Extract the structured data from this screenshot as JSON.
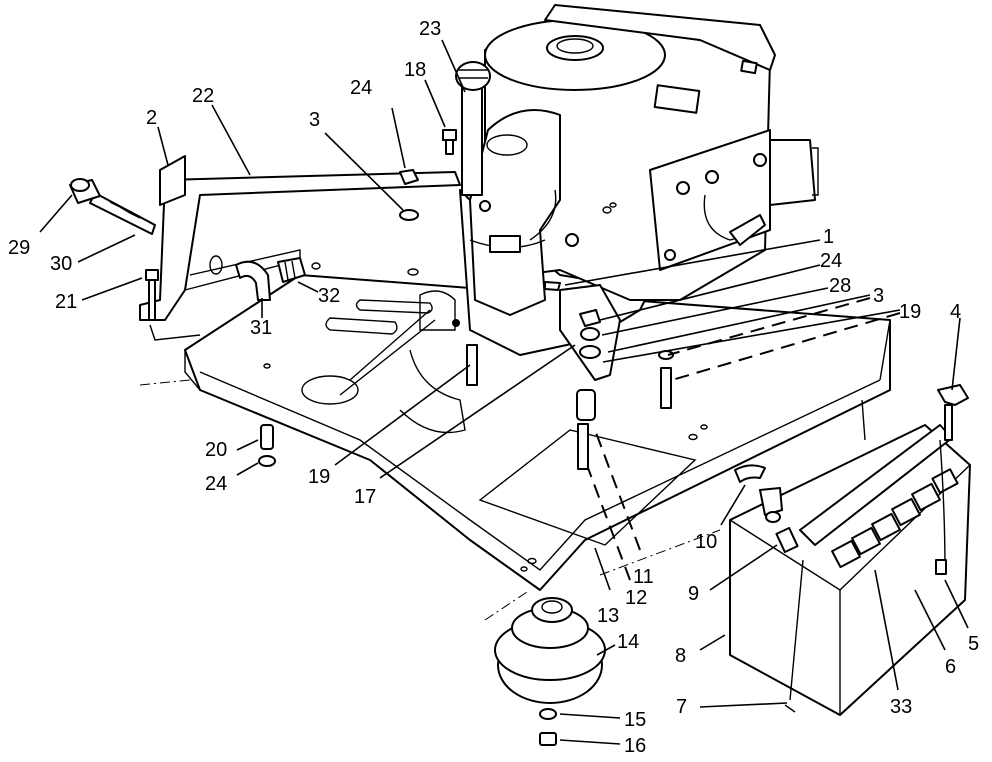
{
  "diagram": {
    "callouts": [
      {
        "id": "c23",
        "label": "23"
      },
      {
        "id": "c18",
        "label": "18"
      },
      {
        "id": "c24a",
        "label": "24"
      },
      {
        "id": "c22",
        "label": "22"
      },
      {
        "id": "c3a",
        "label": "3"
      },
      {
        "id": "c2",
        "label": "2"
      },
      {
        "id": "c29",
        "label": "29"
      },
      {
        "id": "c30",
        "label": "30"
      },
      {
        "id": "c21",
        "label": "21"
      },
      {
        "id": "c32",
        "label": "32"
      },
      {
        "id": "c31",
        "label": "31"
      },
      {
        "id": "c1",
        "label": "1"
      },
      {
        "id": "c24b",
        "label": "24"
      },
      {
        "id": "c28",
        "label": "28"
      },
      {
        "id": "c3b",
        "label": "3"
      },
      {
        "id": "c19a",
        "label": "19"
      },
      {
        "id": "c4",
        "label": "4"
      },
      {
        "id": "c20",
        "label": "20"
      },
      {
        "id": "c24c",
        "label": "24"
      },
      {
        "id": "c19b",
        "label": "19"
      },
      {
        "id": "c17",
        "label": "17"
      },
      {
        "id": "c10",
        "label": "10"
      },
      {
        "id": "c11",
        "label": "11"
      },
      {
        "id": "c9",
        "label": "9"
      },
      {
        "id": "c12",
        "label": "12"
      },
      {
        "id": "c13",
        "label": "13"
      },
      {
        "id": "c14",
        "label": "14"
      },
      {
        "id": "c8",
        "label": "8"
      },
      {
        "id": "c5",
        "label": "5"
      },
      {
        "id": "c6",
        "label": "6"
      },
      {
        "id": "c33",
        "label": "33"
      },
      {
        "id": "c7",
        "label": "7"
      },
      {
        "id": "c15",
        "label": "15"
      },
      {
        "id": "c16",
        "label": "16"
      }
    ]
  }
}
